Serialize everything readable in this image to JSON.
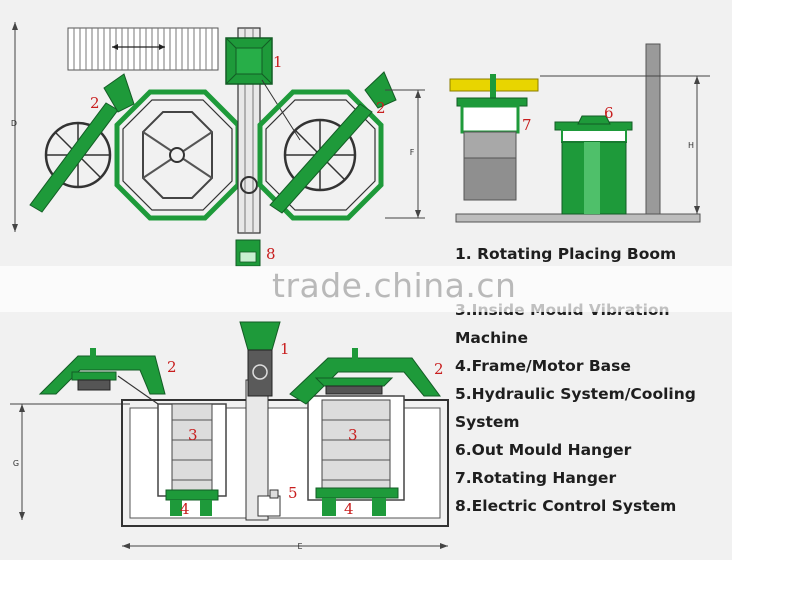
{
  "legend": {
    "item1": "1. Rotating Placing Boom",
    "item3a": "3.Inside Mould Vibration",
    "item3b": "Machine",
    "item4": "4.Frame/Motor Base",
    "item5a": "5.Hydraulic System/Cooling",
    "item5b": "System",
    "item6": "6.Out Mould Hanger",
    "item7": "7.Rotating Hanger",
    "item8": "8.Electric Control System"
  },
  "watermark": "trade.china.cn",
  "callouts": {
    "n1": "1",
    "n2": "2",
    "n3": "3",
    "n4": "4",
    "n5": "5",
    "n6": "6",
    "n7": "7",
    "n8": "8"
  },
  "dimensions": {
    "d": "D",
    "f": "F",
    "h": "H",
    "g": "G",
    "e": "E"
  },
  "colors": {
    "machine_green": "#1e9a3a",
    "outline_dark": "#333333",
    "callout_red": "#c81e1e",
    "hanger_yellow": "#e8d500"
  }
}
